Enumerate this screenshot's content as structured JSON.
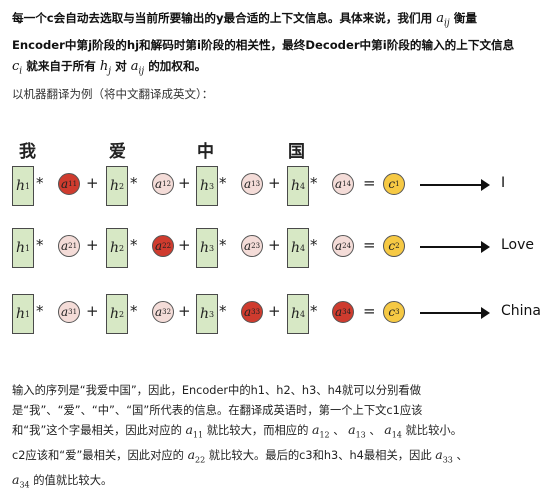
{
  "intro": {
    "line1_a": "每一个c会自动去选取与当前所要输出的y最合适的上下文信息。具体来说，我们用",
    "line1_m": "a",
    "line1_sub": "ij",
    "line1_b": "衡量",
    "line2": "Encoder中第j阶段的hj和解码时第i阶段的相关性，最终Decoder中第i阶段的输入的上下文信息",
    "line3_m1": "c",
    "line3_sub1": "i",
    "line3_a": "就来自于所有",
    "line3_m2": "h",
    "line3_sub2": "j",
    "line3_b": "对",
    "line3_m3": "a",
    "line3_sub3": "ij",
    "line3_c": "的加权和。"
  },
  "example_caption": "以机器翻译为例（将中文翻译成英文）：",
  "figure": {
    "source_chars": [
      "我",
      "爱",
      "中",
      "国"
    ],
    "h_letter": "h",
    "h_subs": [
      "1",
      "2",
      "3",
      "4"
    ],
    "times": "*",
    "plus": "+",
    "equals": "=",
    "rows": [
      {
        "weights": [
          "11",
          "12",
          "13",
          "14"
        ],
        "dominant": [
          1,
          0,
          0,
          0
        ],
        "c_sub": "1",
        "output": "I"
      },
      {
        "weights": [
          "21",
          "22",
          "23",
          "24"
        ],
        "dominant": [
          0,
          1,
          0,
          0
        ],
        "c_sub": "2",
        "output": "Love"
      },
      {
        "weights": [
          "31",
          "32",
          "33",
          "34"
        ],
        "dominant": [
          0,
          0,
          1,
          1
        ],
        "c_sub": "3",
        "output": "China"
      }
    ],
    "a_letter": "a",
    "c_letter": "c",
    "colors": {
      "h_box": "#d7e8c5",
      "weight_light": "#f4dcd8",
      "weight_dark": "#cf3b2e",
      "context": "#f6c944"
    }
  },
  "explanation": {
    "line1": "输入的序列是“我爱中国”，因此，Encoder中的h1、h2、h3、h4就可以分别看做",
    "line2": "是“我”、“爱”、“中”、“国”所代表的信息。在翻译成英语时，第一个上下文c1应该",
    "line3_a": "和“我”这个字最相关，因此对应的",
    "line3_m1": "a",
    "line3_s1": "11",
    "line3_b": "就比较大，而相应的",
    "line3_m2": "a",
    "line3_s2": "12",
    "line3_c": "、",
    "line3_m3": "a",
    "line3_s3": "13",
    "line3_d": "、",
    "line3_m4": "a",
    "line3_s4": "14",
    "line3_e": "就比较小。",
    "line4_a": "c2应该和“爱”最相关，因此对应的",
    "line4_m1": "a",
    "line4_s1": "22",
    "line4_b": "就比较大。最后的c3和h3、h4最相关，因此",
    "line4_m2": "a",
    "line4_s2": "33",
    "line4_c": "、",
    "line5_m1": "a",
    "line5_s1": "34",
    "line5_a": "的值就比较大。"
  }
}
